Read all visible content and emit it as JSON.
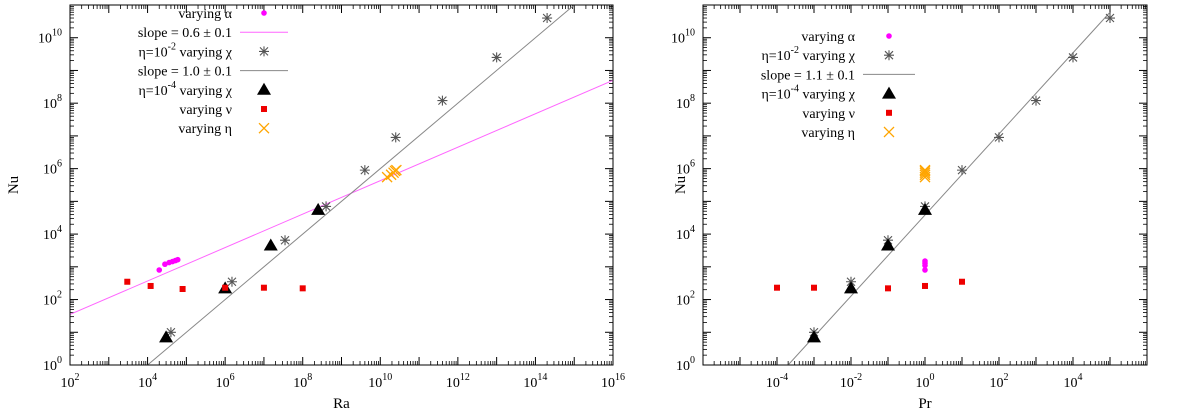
{
  "colors": {
    "alpha": "#ff00ff",
    "chi2": "#555555",
    "chi4": "#000000",
    "nu": "#ee0000",
    "eta": "#ffa500",
    "fit_alpha": "#ff66ff",
    "fit_chi": "#888888"
  },
  "chart_data": [
    {
      "type": "scatter",
      "xlabel": "Ra",
      "ylabel": "Nu",
      "xscale": "log",
      "yscale": "log",
      "xlim_exp": [
        2,
        16
      ],
      "ylim_exp": [
        0,
        11
      ],
      "x_ticks": [
        "10",
        "10",
        "10",
        "10",
        "10",
        "10",
        "10",
        "10"
      ],
      "x_tick_exps": [
        "2",
        "4",
        "6",
        "8",
        "10",
        "12",
        "14",
        "16"
      ],
      "y_ticks": [
        "10",
        "10",
        "10",
        "10",
        "10",
        "10"
      ],
      "y_tick_exps": [
        "0",
        "2",
        "4",
        "6",
        "8",
        "10"
      ],
      "legend_position": "top-left",
      "legend": [
        {
          "pre": "varying α",
          "sup": "",
          "post": "",
          "series": "alpha",
          "marker": "dot"
        },
        {
          "pre": "slope = 0.6 ± 0.1",
          "sup": "",
          "post": "",
          "series": "fit_alpha",
          "marker": "line"
        },
        {
          "pre": "η=10",
          "sup": "-2",
          "post": " varying χ",
          "series": "chi2",
          "marker": "asterisk"
        },
        {
          "pre": "slope = 1.0 ± 0.1",
          "sup": "",
          "post": "",
          "series": "fit_chi",
          "marker": "line"
        },
        {
          "pre": "η=10",
          "sup": "-4",
          "post": " varying χ",
          "series": "chi4",
          "marker": "triangle"
        },
        {
          "pre": "varying ν",
          "sup": "",
          "post": "",
          "series": "nu",
          "marker": "square"
        },
        {
          "pre": "varying η",
          "sup": "",
          "post": "",
          "series": "eta",
          "marker": "cross"
        }
      ],
      "series": [
        {
          "id": "alpha",
          "marker": "dot",
          "x": [
            20000,
            28000,
            36000,
            44000,
            52000,
            60000
          ],
          "y": [
            800,
            1200,
            1350,
            1450,
            1550,
            1650
          ]
        },
        {
          "id": "chi2",
          "marker": "asterisk",
          "x": [
            40000,
            1500000,
            35000000,
            400000000,
            4000000000,
            25000000000,
            400000000000,
            10000000000000,
            200000000000000
          ],
          "y": [
            10,
            350,
            6500,
            70000,
            900000,
            9000000,
            120000000,
            2500000000,
            40000000000
          ]
        },
        {
          "id": "chi4",
          "marker": "triangle",
          "x": [
            30000,
            1000000,
            15000000,
            250000000
          ],
          "y": [
            7,
            220,
            4500,
            55000
          ]
        },
        {
          "id": "nu",
          "marker": "square",
          "x": [
            3000,
            12000,
            80000,
            1000000,
            10000000,
            100000000
          ],
          "y": [
            350,
            260,
            210,
            230,
            230,
            220
          ]
        },
        {
          "id": "eta",
          "marker": "cross",
          "x": [
            15000000000,
            19000000000,
            22000000000,
            24000000000,
            26000000000
          ],
          "y": [
            550000,
            650000,
            750000,
            850000,
            900000
          ]
        }
      ],
      "fits": [
        {
          "series": "fit_alpha",
          "x": [
            100,
            1e+16
          ],
          "y": [
            35,
            500000000.0
          ]
        },
        {
          "series": "fit_chi",
          "x": [
            10000,
            1000000000000000.0
          ],
          "y": [
            1,
            100000000000.0
          ]
        }
      ]
    },
    {
      "type": "scatter",
      "xlabel": "Pr",
      "ylabel": "Nu",
      "xscale": "log",
      "yscale": "log",
      "xlim_exp": [
        -6,
        6
      ],
      "ylim_exp": [
        0,
        11
      ],
      "x_ticks": [
        "10",
        "10",
        "10",
        "10",
        "10"
      ],
      "x_tick_exps": [
        "-4",
        "-2",
        "0",
        "2",
        "4"
      ],
      "x_tick_positions": [
        -4,
        -2,
        0,
        2,
        4
      ],
      "y_ticks": [
        "10",
        "10",
        "10",
        "10",
        "10",
        "10"
      ],
      "y_tick_exps": [
        "0",
        "2",
        "4",
        "6",
        "8",
        "10"
      ],
      "legend_position": "top-left",
      "legend": [
        {
          "pre": "varying α",
          "sup": "",
          "post": "",
          "series": "alpha",
          "marker": "dot"
        },
        {
          "pre": "η=10",
          "sup": "-2",
          "post": " varying χ",
          "series": "chi2",
          "marker": "asterisk"
        },
        {
          "pre": "slope = 1.1 ± 0.1",
          "sup": "",
          "post": "",
          "series": "fit_chi",
          "marker": "line"
        },
        {
          "pre": "η=10",
          "sup": "-4",
          "post": " varying χ",
          "series": "chi4",
          "marker": "triangle"
        },
        {
          "pre": "varying ν",
          "sup": "",
          "post": "",
          "series": "nu",
          "marker": "square"
        },
        {
          "pre": "varying η",
          "sup": "",
          "post": "",
          "series": "eta",
          "marker": "cross"
        }
      ],
      "series": [
        {
          "id": "alpha",
          "marker": "dot",
          "x": [
            1,
            1,
            1,
            1
          ],
          "y": [
            800,
            1100,
            1300,
            1500
          ]
        },
        {
          "id": "chi2",
          "marker": "asterisk",
          "x": [
            0.001,
            0.01,
            0.1,
            1,
            10,
            100,
            1000,
            10000,
            100000
          ],
          "y": [
            10,
            350,
            6500,
            70000,
            900000,
            9000000,
            120000000,
            2500000000,
            40000000000
          ]
        },
        {
          "id": "chi4",
          "marker": "triangle",
          "x": [
            0.001,
            0.01,
            0.1,
            1
          ],
          "y": [
            7,
            220,
            4500,
            55000
          ]
        },
        {
          "id": "nu",
          "marker": "square",
          "x": [
            0.0001,
            0.001,
            0.1,
            1,
            10
          ],
          "y": [
            230,
            230,
            220,
            260,
            350
          ]
        },
        {
          "id": "eta",
          "marker": "cross",
          "x": [
            1,
            1,
            1,
            1,
            1
          ],
          "y": [
            550000,
            650000,
            750000,
            850000,
            900000
          ]
        }
      ],
      "fits": [
        {
          "series": "fit_chi",
          "x": [
            0.0002,
            100000
          ],
          "y": [
            1,
            60000000000.0
          ]
        }
      ]
    }
  ]
}
